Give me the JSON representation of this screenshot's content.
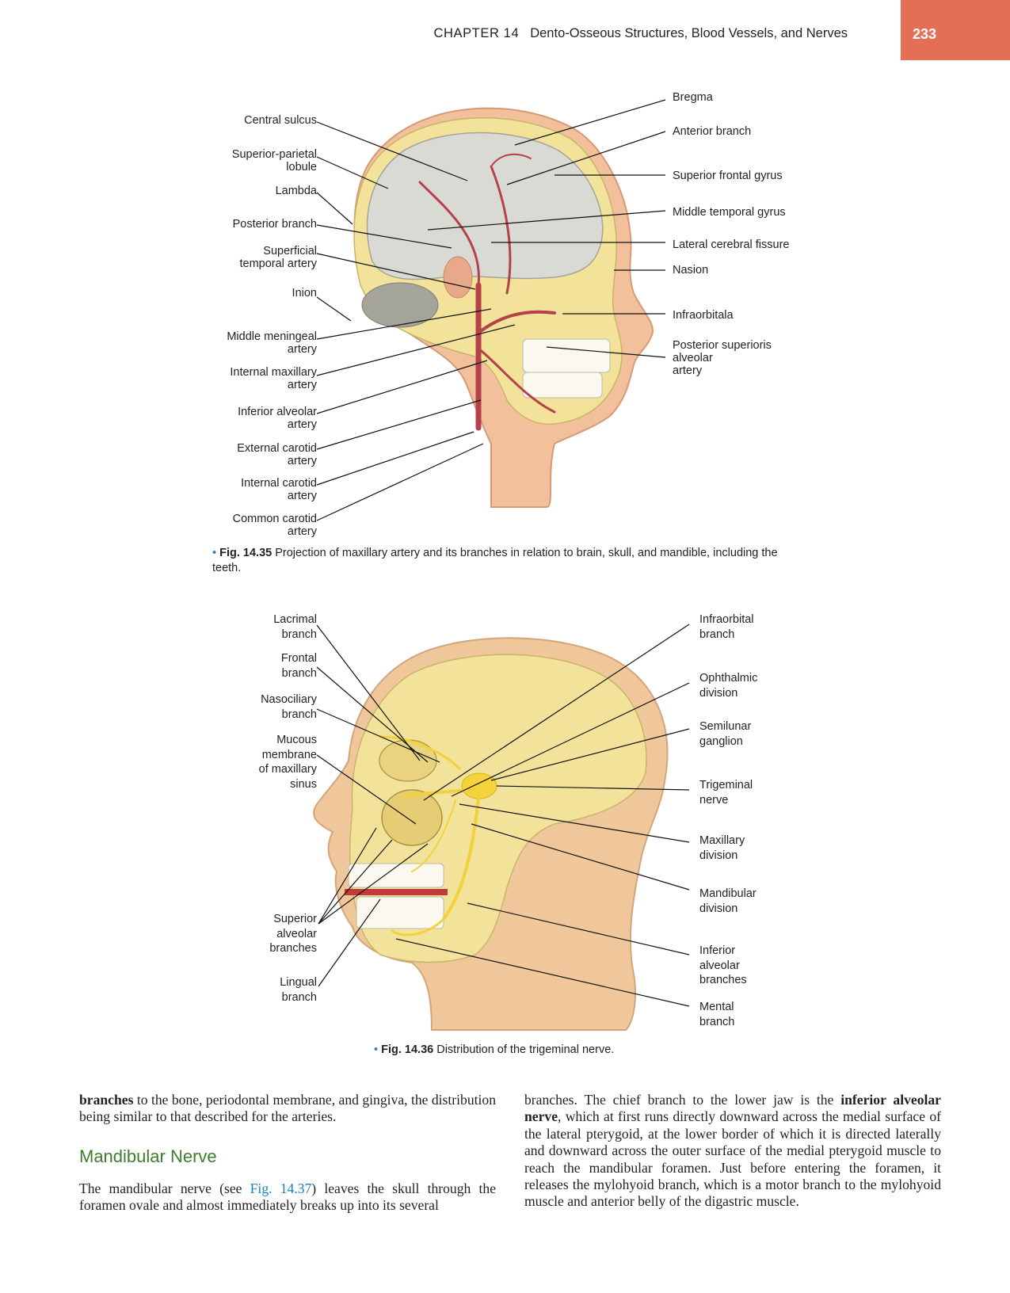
{
  "header": {
    "chapter": "CHAPTER 14",
    "title": "Dento-Osseous Structures, Blood Vessels, and Nerves",
    "page_number": "233"
  },
  "figure_35": {
    "labels_left": [
      "Central sulcus",
      "Superior-parietal\nlobule",
      "Lambda",
      "Posterior branch",
      "Superficial\ntemporal artery",
      "Inion",
      "Middle meningeal\nartery",
      "Internal maxillary\nartery",
      "Inferior alveolar\nartery",
      "External carotid\nartery",
      "Internal carotid\nartery",
      "Common carotid\nartery"
    ],
    "labels_right": [
      "Bregma",
      "Anterior branch",
      "Superior frontal gyrus",
      "Middle temporal gyrus",
      "Lateral cerebral fissure",
      "Nasion",
      "Infraorbitala",
      "Posterior superioris\nalveolar\nartery"
    ],
    "caption_num": "Fig. 14.35",
    "caption_text": "Projection of maxillary artery and its branches in relation to brain, skull, and mandible, including the teeth."
  },
  "figure_36": {
    "labels_left": [
      "Lacrimal\nbranch",
      "Frontal\nbranch",
      "Nasociliary\nbranch",
      "Mucous\nmembrane\nof maxillary\nsinus",
      "Superior\nalveolar\nbranches",
      "Lingual\nbranch"
    ],
    "labels_right": [
      "Infraorbital\nbranch",
      "Ophthalmic\ndivision",
      "Semilunar\nganglion",
      "Trigeminal\nnerve",
      "Maxillary\ndivision",
      "Mandibular\ndivision",
      "Inferior\nalveolar\nbranches",
      "Mental\nbranch"
    ],
    "caption_num": "Fig. 14.36",
    "caption_text": "Distribution of the trigeminal nerve."
  },
  "body": {
    "col1_para1_bold": "branches",
    "col1_para1": " to the bone, periodontal membrane, and gingiva, the distribution being similar to that described for the arteries.",
    "section_heading": "Mandibular Nerve",
    "col1_para2_a": "The mandibular nerve (see ",
    "col1_para2_ref": "Fig. 14.37",
    "col1_para2_b": ") leaves the skull through the foramen ovale and almost immediately breaks up into its several",
    "col2_a": "branches. The chief branch to the lower jaw is the ",
    "col2_bold": "inferior alveolar nerve",
    "col2_b": ", which at first runs directly downward across the medial surface of the lateral pterygoid, at the lower border of which it is directed laterally and downward across the outer surface of the medial pterygoid muscle to reach the mandibular foramen. Just before entering the foramen, it releases the mylohyoid branch, which is a motor branch to the mylohyoid muscle and anterior belly of the digastric muscle."
  },
  "colors": {
    "header_tab": "#e46f56",
    "skin": "#f2c09a",
    "skull": "#f3e29a",
    "brain": "#d8d8d2",
    "artery": "#b5424a",
    "nerve": "#f1d23a",
    "heading_green": "#3e7d2c",
    "xref_blue": "#1f7fb8"
  }
}
